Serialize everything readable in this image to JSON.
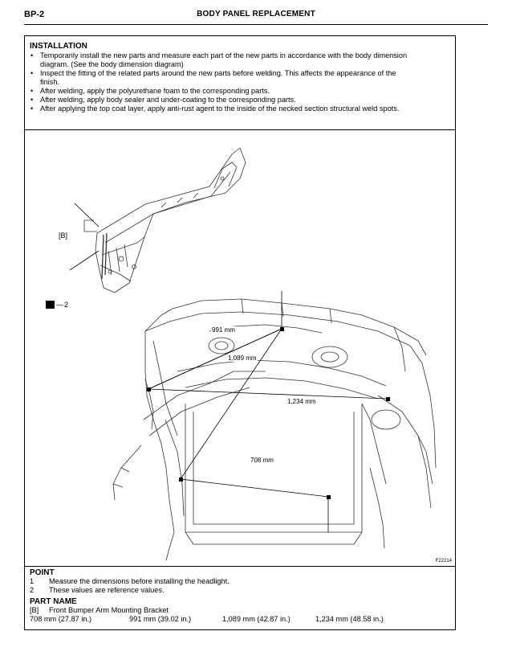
{
  "header": {
    "page_code": "BP-2",
    "title": "BODY PANEL REPLACEMENT"
  },
  "installation": {
    "title": "INSTALLATION",
    "items": [
      "Temporarily install the new parts and measure each part of the new parts in accordance with the body dimension",
      "diagram. (See the body dimension diagram)",
      "Inspect the fitting of the related parts around the new parts before welding. This affects the appearance of the",
      "finish.",
      "After welding, apply the polyurethane foam to the corresponding parts.",
      "After welding, apply body sealer and under-coating to the corresponding parts.",
      "After applying the top coat layer, apply anti-rust agent to the inside of the necked section structural weld spots."
    ]
  },
  "figure": {
    "callout_b": "[B]",
    "callout_2": "2",
    "dim_991": "991 mm",
    "dim_1089": "1,089 mm",
    "dim_1234": "1,234 mm",
    "dim_708": "708 mm",
    "figure_id": "F22214"
  },
  "point": {
    "title": "POINT",
    "items": [
      {
        "num": "1",
        "text": "Measure the dimensions before installing the headlight."
      },
      {
        "num": "2",
        "text": "These values are reference values."
      }
    ]
  },
  "part_name": {
    "title": "PART NAME",
    "tag": "[B]",
    "name": "Front Bumper Arm Mounting Bracket",
    "dims": [
      "708 mm (27.87 in.)",
      "991 mm (39.02 in.)",
      "1,089 mm (42.87 in.)",
      "1,234 mm (48.58 in.)"
    ]
  },
  "colors": {
    "ink": "#000000",
    "line_art": "#333333"
  }
}
